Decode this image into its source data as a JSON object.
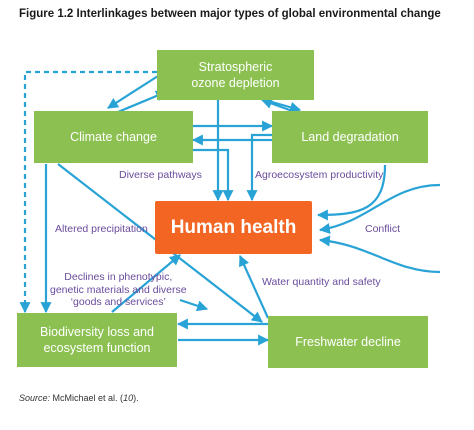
{
  "figure": {
    "title": "Figure 1.2 Interlinkages between major types of global environmental change",
    "source_prefix": "Source:",
    "source_text": " McMichael et al. (",
    "source_ref": "10",
    "source_suffix": ")."
  },
  "nodes": {
    "ozone": {
      "line1": "Stratospheric",
      "line2": "ozone depletion"
    },
    "climate": {
      "label": "Climate change"
    },
    "land": {
      "label": "Land degradation"
    },
    "health": {
      "label": "Human health"
    },
    "biodiversity": {
      "line1": "Biodiversity loss and",
      "line2": "ecosystem function"
    },
    "freshwater": {
      "label": "Freshwater decline"
    }
  },
  "labels": {
    "diverse_pathways": "Diverse pathways",
    "agroecosystem": "Agroecosystem productivity",
    "altered_precipitation": "Altered precipitation",
    "conflict": "Conflict",
    "declines_line1": "Declines in phenotypic,",
    "declines_line2": "genetic materials and diverse",
    "declines_line3": "‘goods and services’",
    "water": "Water quantity and safety"
  },
  "colors": {
    "box_green": "#8cc152",
    "health_orange": "#f26522",
    "arrow_blue": "#29a3d6",
    "label_purple": "#6a4c9c"
  }
}
